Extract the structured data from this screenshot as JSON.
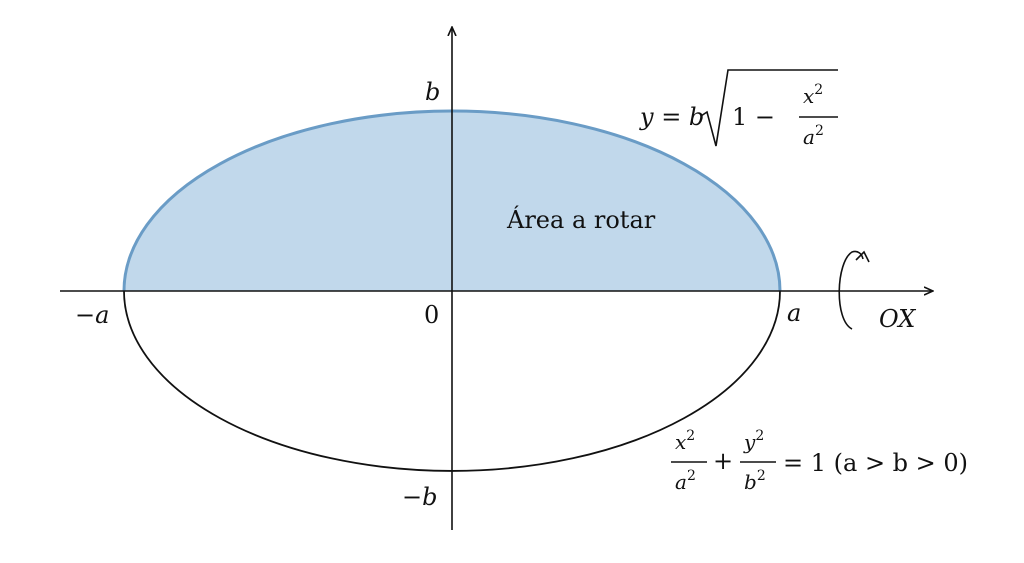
{
  "diagram": {
    "region_label": "Área a rotar",
    "labels": {
      "origin": "0",
      "x_neg": "−a",
      "x_pos": "a",
      "y_pos": "b",
      "y_neg": "−b",
      "axis_name": "OX"
    },
    "upper_curve": {
      "lhs": "y = b",
      "one_minus": "1 −",
      "num_base": "x",
      "num_exp": "2",
      "den_base": "a",
      "den_exp": "2"
    },
    "ellipse_eq": {
      "f1_num_base": "x",
      "f1_num_exp": "2",
      "f1_den_base": "a",
      "f1_den_exp": "2",
      "plus": "+",
      "f2_num_base": "y",
      "f2_num_exp": "2",
      "f2_den_base": "b",
      "f2_den_exp": "2",
      "rhs": "= 1 (a > b > 0)"
    },
    "colors": {
      "fill": "#c1d8eb",
      "stroke_upper": "#6a9cc6",
      "stroke_lower": "#111111",
      "axes": "#111111"
    }
  }
}
